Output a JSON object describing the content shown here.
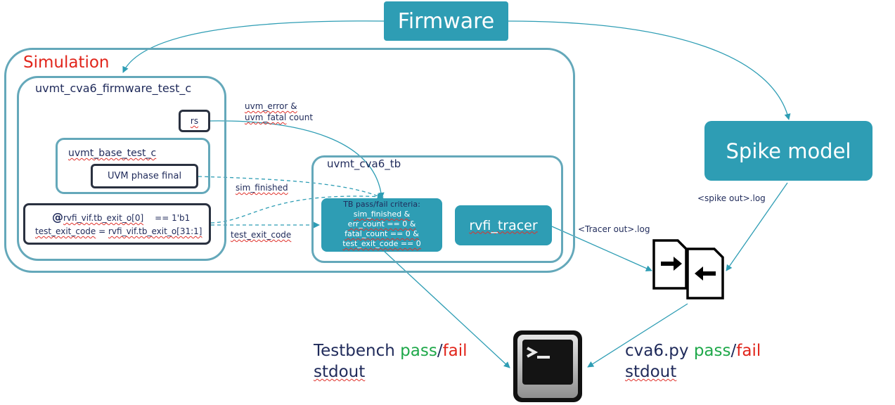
{
  "firmware": {
    "label": "Firmware"
  },
  "simulation": {
    "label": "Simulation"
  },
  "firmware_test": {
    "label": "uvmt_cva6_firmware_test_c",
    "rs_label": "rs"
  },
  "base_test": {
    "label": "uvmt_base_test_c",
    "phase_label": "UVM phase final"
  },
  "exit_box": {
    "at_symbol": "@",
    "line1_signal": "rvfi_vif.tb_exit_o[0]",
    "line1_value": "== 1'b1",
    "line2_name": "test_exit_code",
    "line2_eq": " = ",
    "line2_signal": "rvfi_vif.tb_exit_o[31:1]"
  },
  "tb": {
    "label": "uvmt_cva6_tb",
    "criteria": [
      "TB pass/fail criteria:",
      "sim_finished &",
      "err_count == 0 &",
      "fatal_count == 0 &",
      "test_exit_code == 0"
    ],
    "tracer_label": "rvfi_tracer"
  },
  "spike": {
    "label": "Spike model"
  },
  "labels": {
    "uvm_error_line1": "uvm_error &",
    "uvm_error_line2_a": "uvm_fatal",
    "uvm_error_line2_b": " count",
    "sim_finished": "sim_finished",
    "test_exit_code": "test_exit_code",
    "spike_log": "<spike out>.log",
    "tracer_log": "<Tracer out>.log"
  },
  "testbench_result": {
    "line1_a": "Testbench ",
    "pass": "pass",
    "slash": "/",
    "fail": "fail",
    "line2": "stdout"
  },
  "cva6_result": {
    "line1_a": "cva6.py ",
    "pass": "pass",
    "slash": "/",
    "fail": "fail",
    "line2": "stdout"
  },
  "icons": {
    "compare": "file-compare-icon",
    "terminal": "terminal-icon"
  },
  "colors": {
    "teal": "#2e9db4",
    "frame": "#64a8ba",
    "text_navy": "#1f2a5a",
    "pass_green": "#1fa84a",
    "fail_red": "#e1251b",
    "simulation_red": "#e1251b"
  }
}
